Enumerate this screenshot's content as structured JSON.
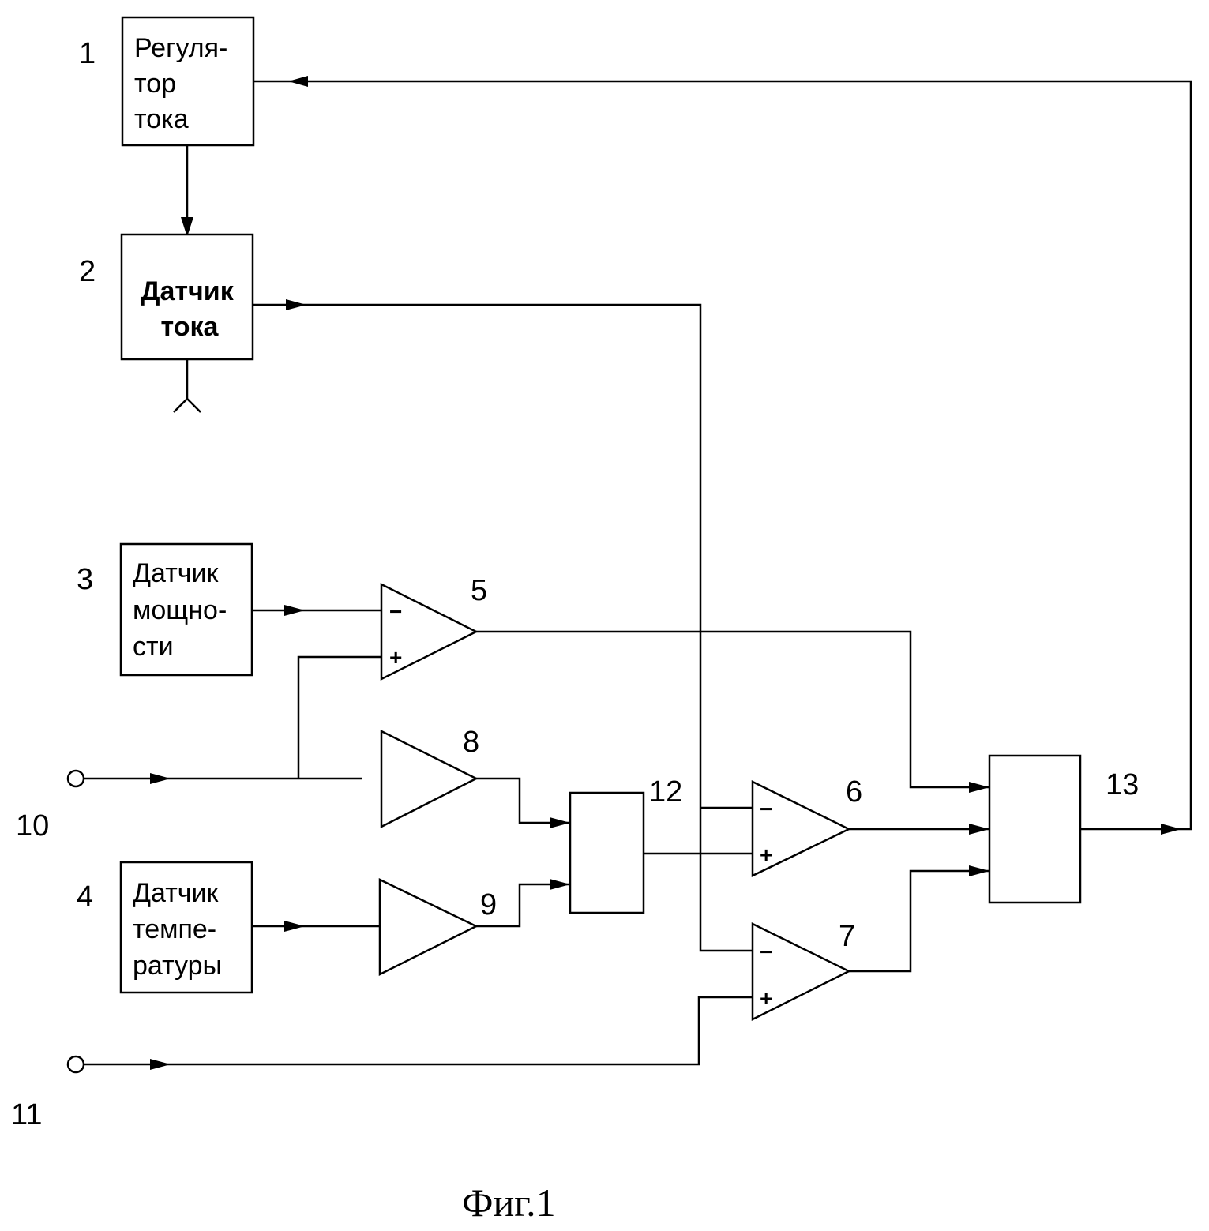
{
  "figure": {
    "caption": "Фиг.1",
    "blocks": [
      {
        "id": "1",
        "number": "1",
        "lines": [
          "Регуля-",
          "тор",
          "тока"
        ]
      },
      {
        "id": "2",
        "number": "2",
        "lines": [
          "Датчик",
          "тока"
        ]
      },
      {
        "id": "3",
        "number": "3",
        "lines": [
          "Датчик",
          "мощно-",
          "сти"
        ]
      },
      {
        "id": "4",
        "number": "4",
        "lines": [
          "Датчик",
          "темпе-",
          "ратуры"
        ]
      },
      {
        "id": "12",
        "number": "12",
        "lines": []
      },
      {
        "id": "13",
        "number": "13",
        "lines": []
      }
    ],
    "amplifiers": [
      {
        "id": "5",
        "number": "5",
        "type": "comparator",
        "minus": "−",
        "plus": "+"
      },
      {
        "id": "6",
        "number": "6",
        "type": "comparator",
        "minus": "−",
        "plus": "+"
      },
      {
        "id": "7",
        "number": "7",
        "type": "comparator",
        "minus": "−",
        "plus": "+"
      },
      {
        "id": "8",
        "number": "8",
        "type": "amplifier"
      },
      {
        "id": "9",
        "number": "9",
        "type": "amplifier"
      }
    ],
    "terminals": [
      {
        "id": "10",
        "number": "10"
      },
      {
        "id": "11",
        "number": "11"
      }
    ]
  }
}
